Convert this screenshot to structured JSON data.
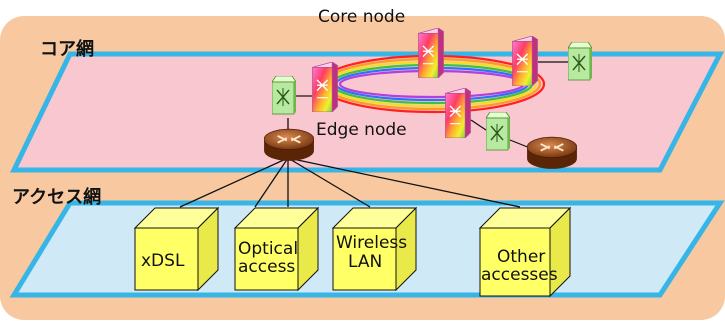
{
  "title_label": "Core node",
  "edge_label": "Edge node",
  "core_layer_label": "コア網",
  "access_layer_label": "アクセス網",
  "access_boxes": [
    {
      "lines": [
        "xDSL"
      ]
    },
    {
      "lines": [
        "Optical",
        "access"
      ]
    },
    {
      "lines": [
        "Wireless",
        "LAN"
      ]
    },
    {
      "lines": [
        "Other",
        "accesses"
      ]
    }
  ],
  "colors": {
    "background": "#f8c9a0",
    "core_plane": "#f9c7cf",
    "access_plane": "#cfe9f7",
    "plane_border": "#36b5e6",
    "box_front": "#ffff66",
    "box_side": "#e9e94a",
    "box_top": "#ffff99",
    "router": "#7a3b10",
    "oxc": "#b8e9a0"
  },
  "icons": [
    "core-node-icon",
    "edge-oxc-icon",
    "router-icon",
    "ring-icon"
  ]
}
